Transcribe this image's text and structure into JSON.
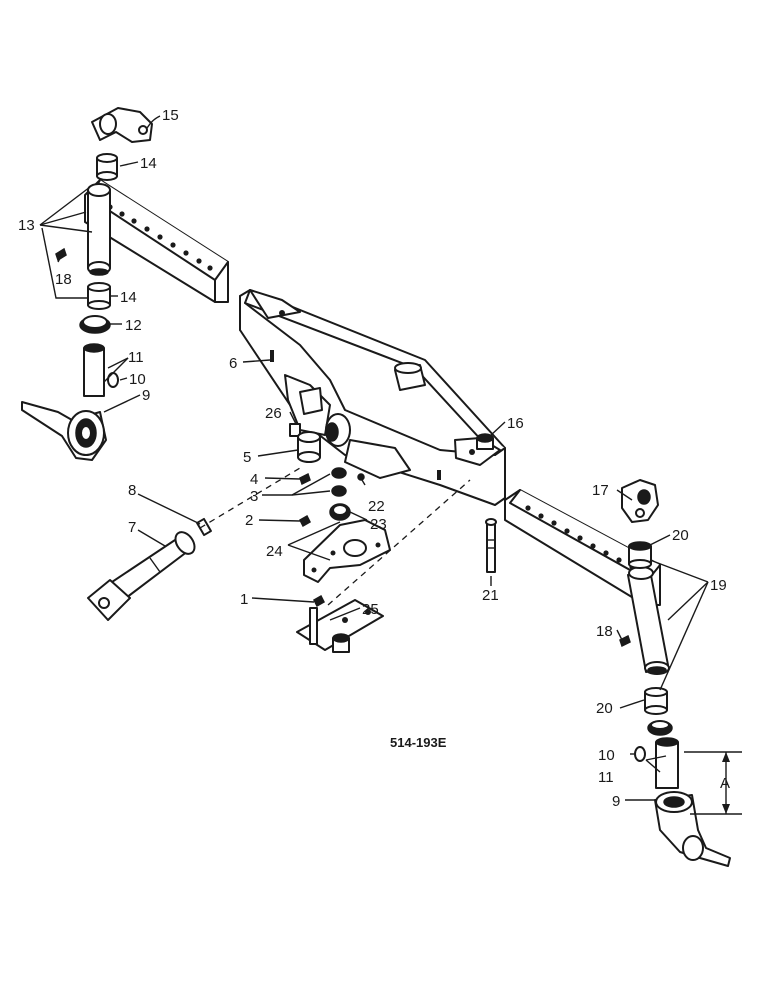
{
  "drawing_code": "514-193E",
  "callouts": {
    "c1": "1",
    "c2": "2",
    "c3": "3",
    "c4": "4",
    "c5": "5",
    "c6": "6",
    "c7": "7",
    "c8": "8",
    "c9_left": "9",
    "c9_right": "9",
    "c10_left": "10",
    "c10_right": "10",
    "c11_left": "11",
    "c11_right": "11",
    "c12": "12",
    "c13": "13",
    "c14_top": "14",
    "c14_bottom": "14",
    "c15": "15",
    "c16": "16",
    "c17": "17",
    "c18_left": "18",
    "c18_right": "18",
    "c19": "19",
    "c20_top": "20",
    "c20_bottom": "20",
    "c21": "21",
    "c22": "22",
    "c23": "23",
    "c24": "24",
    "c25": "25",
    "c26": "26"
  },
  "dimension_label": "A"
}
